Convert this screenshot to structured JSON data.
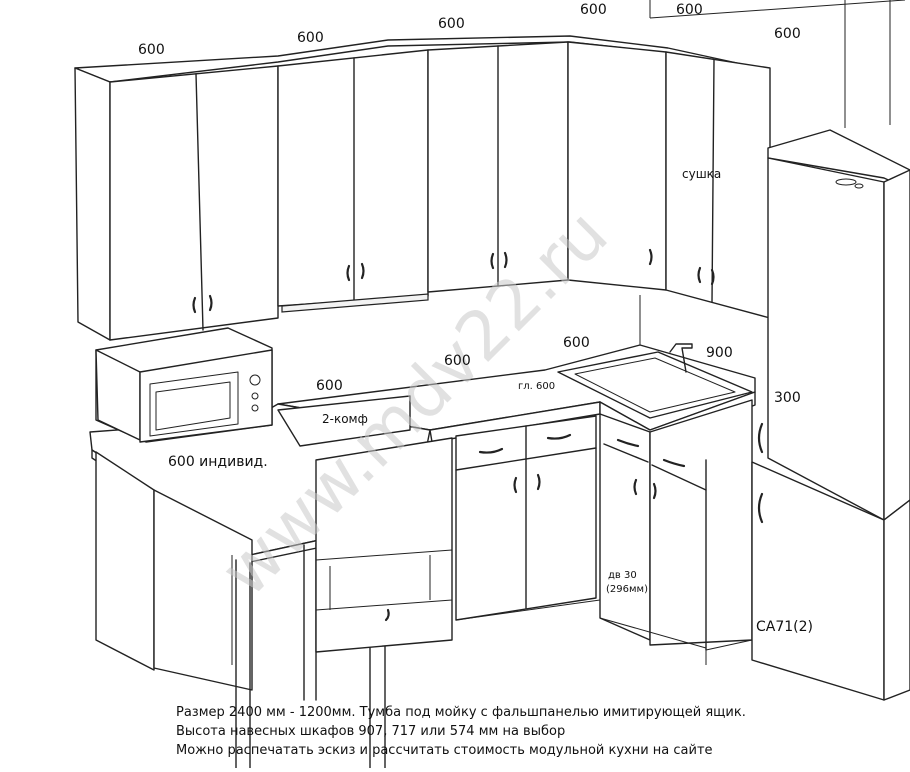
{
  "upper_cabinet_widths": [
    "600",
    "600",
    "600",
    "600",
    "600",
    "600"
  ],
  "counter_labels": {
    "left_run": "600",
    "middle_run": "600",
    "corner_run": "600",
    "sink_width": "900",
    "sink_depth_note": "гл. 600",
    "fridge_width": "300"
  },
  "labels": {
    "dryer": "сушка",
    "hob": "2-комф",
    "microwave_unit": "600 индивид.",
    "door_note_line1": "дв 30",
    "door_note_line2": "(296мм)",
    "fridge_model": "CA71(2)",
    "watermark": "www.mdv22.ru"
  },
  "caption": {
    "line1": "Размер 2400 мм - 1200мм. Тумба под мойку с фальшпанелью имитирующей ящик.",
    "line2": "Высота навесных шкафов 907, 717 или 574 мм на выбор",
    "line3": "Можно распечатать эскиз и рассчитать стоимость модульной кухни на сайте"
  }
}
